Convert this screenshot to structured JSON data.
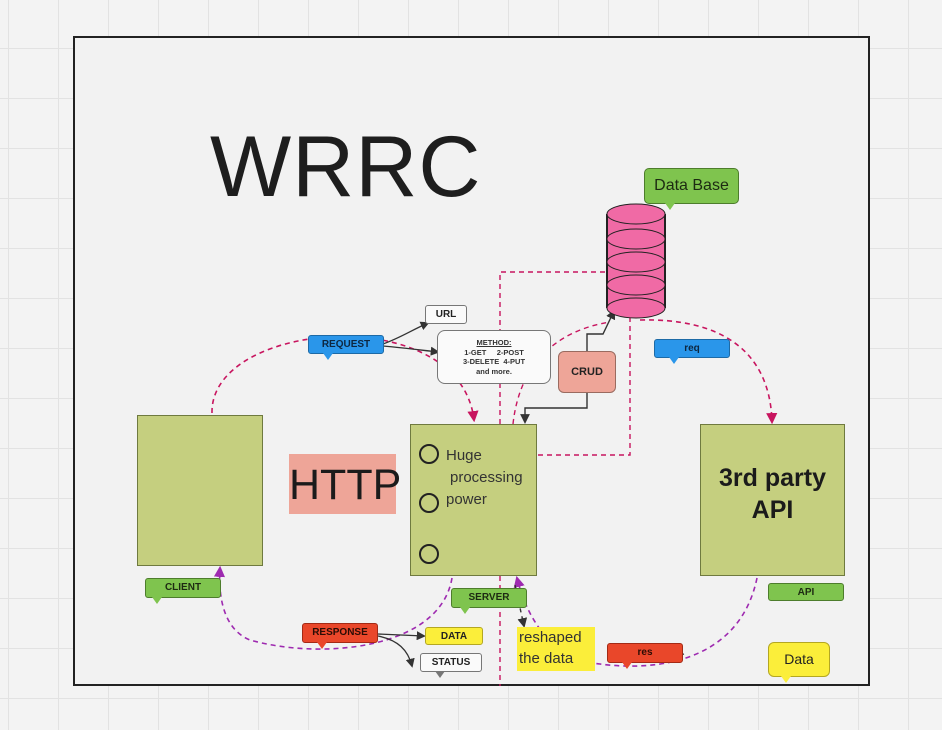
{
  "title": "WRRC",
  "http_label": "HTTP",
  "client": {
    "tag": "CLIENT"
  },
  "server": {
    "tag": "SERVER",
    "lines": [
      "Huge",
      "processing",
      "power"
    ]
  },
  "third_party": {
    "label_line1": "3rd party",
    "label_line2": "API",
    "tag": "API"
  },
  "database": {
    "label": "Data Base"
  },
  "crud": "CRUD",
  "request": {
    "tag": "REQUEST",
    "url": "URL",
    "method_title": "METHOD:",
    "method_line1": "1-GET     2-POST",
    "method_line2": "3-DELETE  4-PUT",
    "method_line3": "and more."
  },
  "response": {
    "tag": "RESPONSE",
    "data": "DATA",
    "status": "STATUS"
  },
  "req": "req",
  "res": "res",
  "reshaped": {
    "line1": "reshaped",
    "line2": "the data"
  },
  "data_note": "Data",
  "colors": {
    "box_green": "#c5cf7f",
    "tag_green": "#7fc44e",
    "tag_blue": "#2a96ea",
    "tag_red": "#e9472a",
    "note_yellow": "#fbee3a",
    "salmon": "#eea598",
    "db_pink": "#f06aa5",
    "arrow_magenta": "#c8155f",
    "arrow_purple": "#9e2ab0"
  }
}
